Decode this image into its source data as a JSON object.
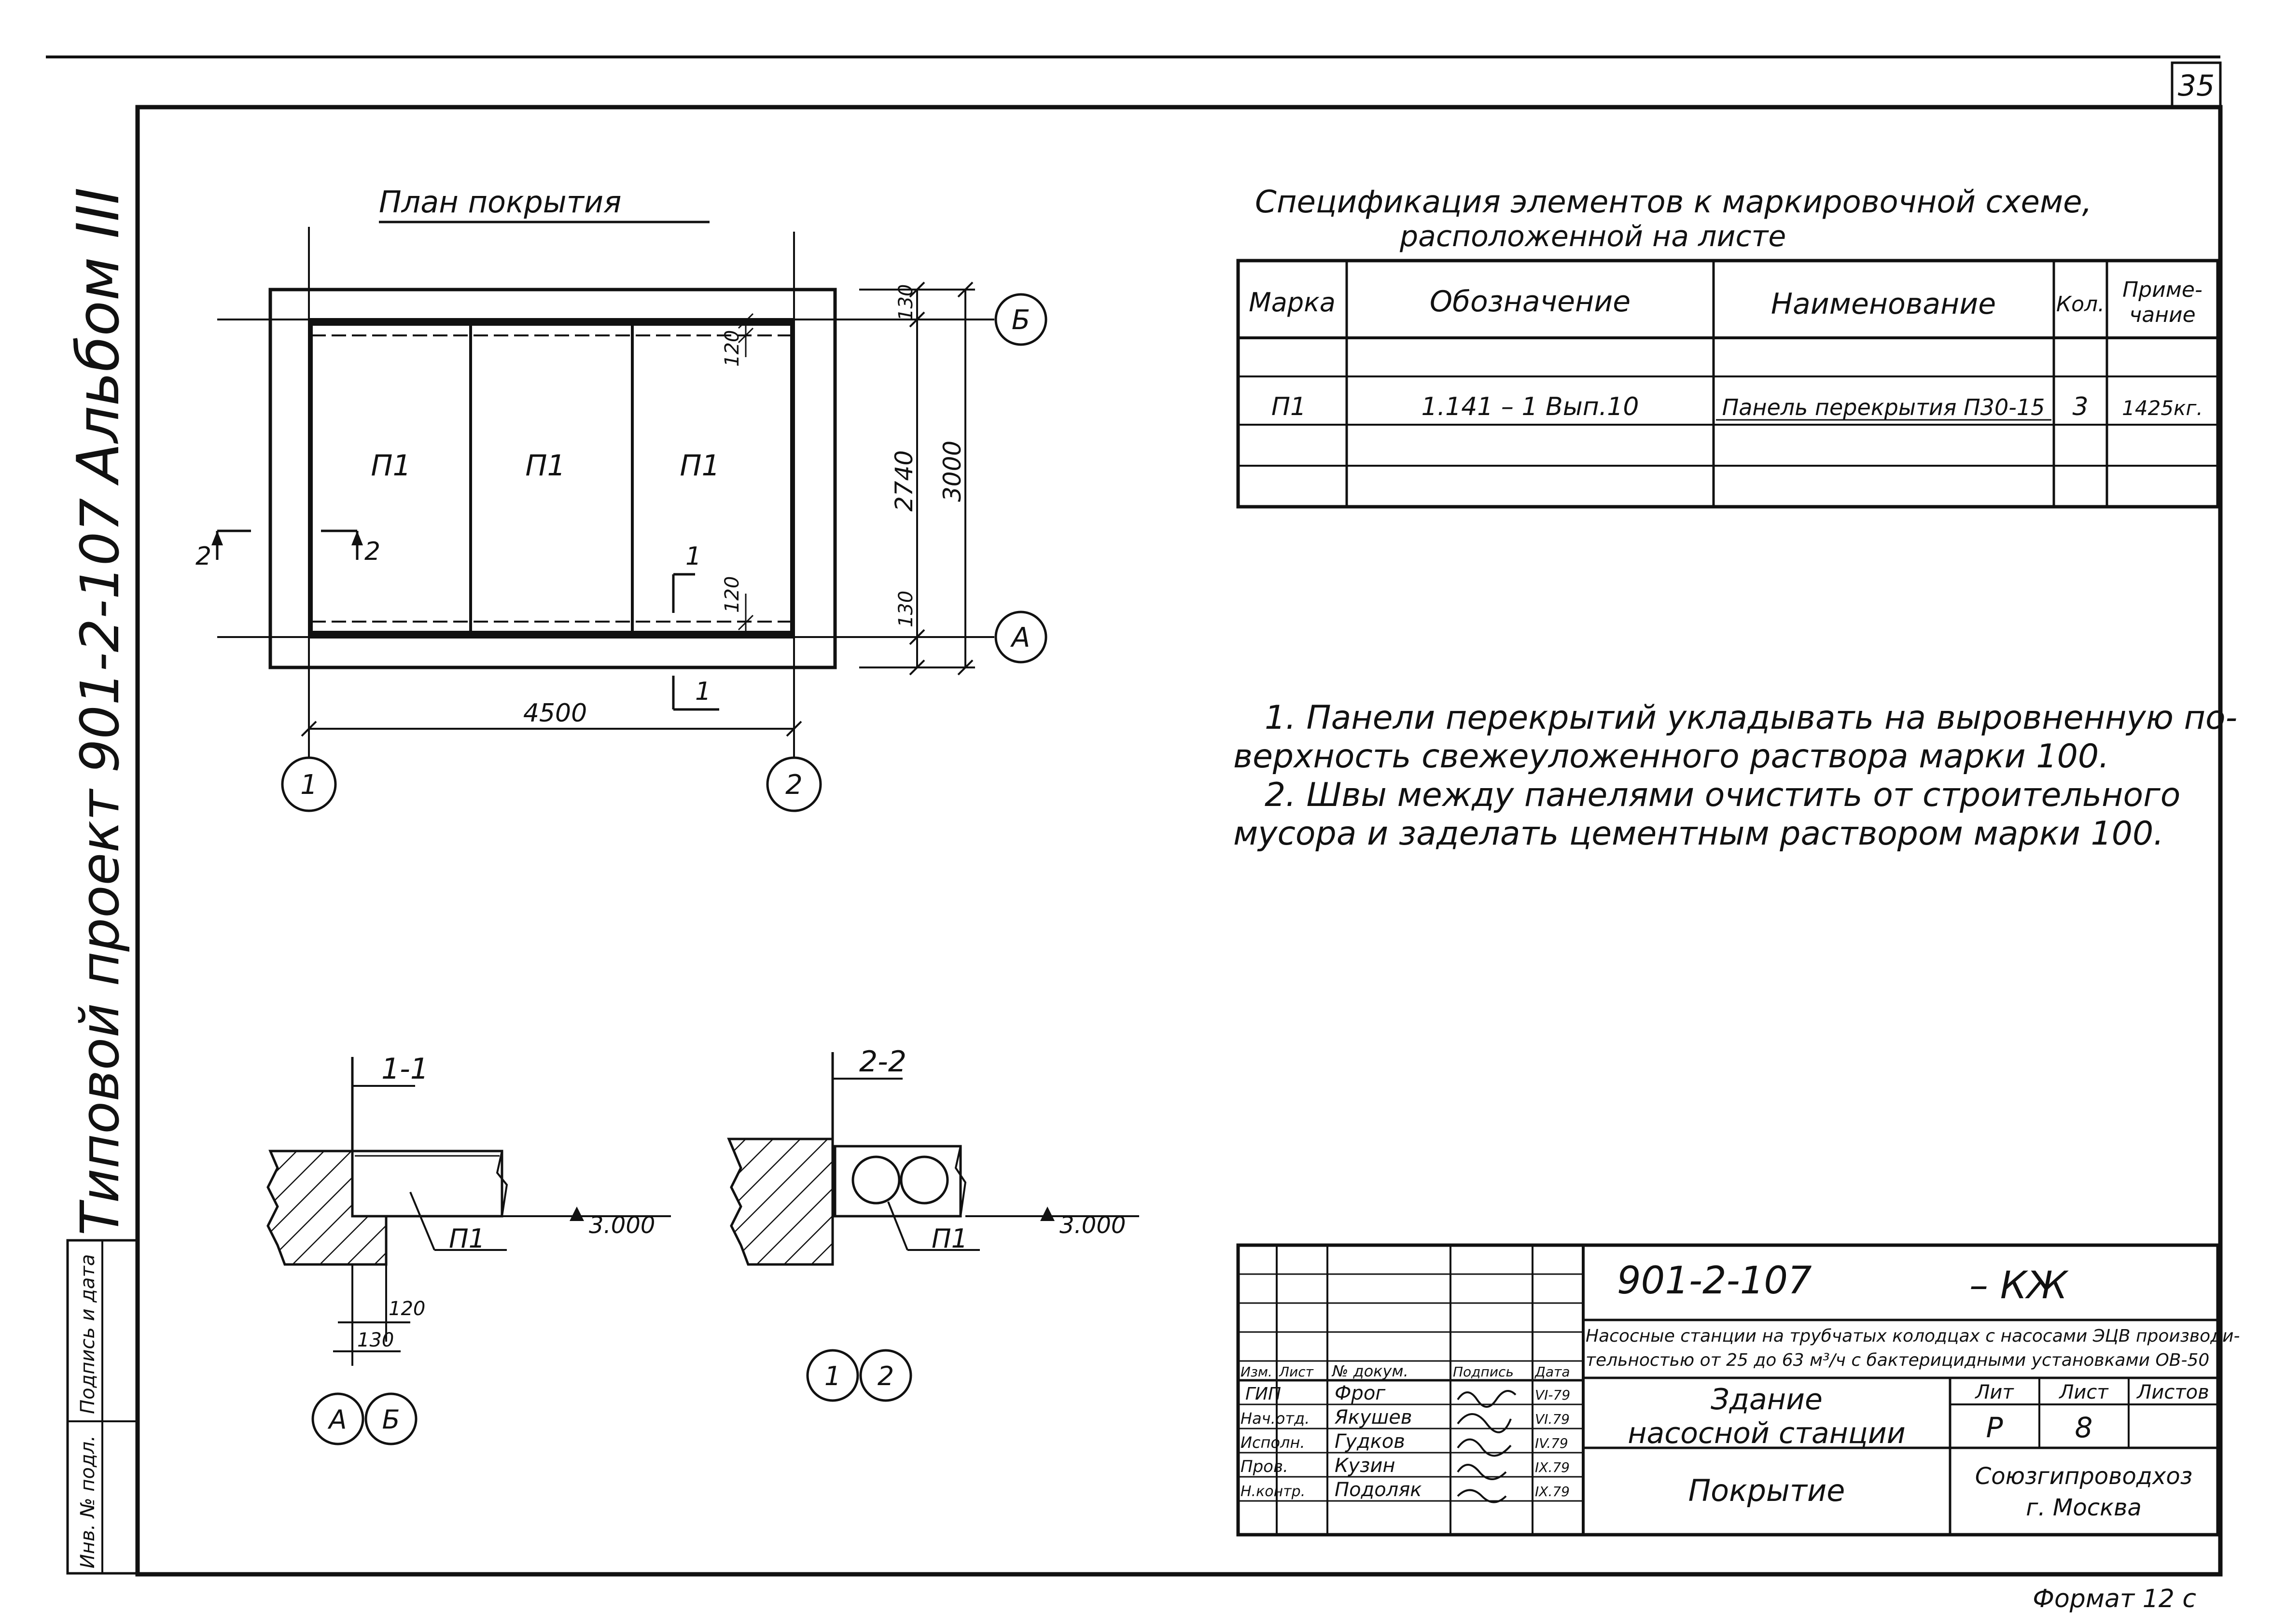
{
  "sheet": {
    "page_number": "35",
    "format": "Формат 12 с"
  },
  "side_strip": {
    "album": "Альбом III",
    "project": "Типовой проект 901-2-107",
    "signature_date": "Подпись и дата",
    "inv_number": "Инв. № подл."
  },
  "plan": {
    "title": "План покрытия",
    "panels": [
      "П1",
      "П1",
      "П1"
    ],
    "axes": {
      "top": "Б",
      "bottom": "А",
      "left": "1",
      "right": "2"
    },
    "dims": {
      "width": "4500",
      "total": "3000",
      "inner": "2740",
      "edge_top": "130",
      "edge_bottom": "130",
      "support_top": "120",
      "support_bottom": "120"
    },
    "section_marks": {
      "s1": "1",
      "s2": "2"
    }
  },
  "spec": {
    "title_line1": "Спецификация элементов к маркировочной схеме,",
    "title_line2": "расположенной      на листе",
    "headers": [
      "Марка",
      "Обозначение",
      "Наименование",
      "Кол.",
      "Приме-\nчание"
    ],
    "rows": [
      {
        "mark": "",
        "designation": "",
        "name": "",
        "qty": "",
        "note": ""
      },
      {
        "mark": "П1",
        "designation": "1.141 – 1   Вып.10",
        "name": "Панель перекрытия П30-15",
        "qty": "3",
        "note": "1425кг."
      },
      {
        "mark": "",
        "designation": "",
        "name": "",
        "qty": "",
        "note": ""
      }
    ]
  },
  "notes": {
    "line1": "1. Панели перекрытий укладывать на выровненную по-",
    "line2": "верхность свежеуложенного раствора марки 100.",
    "line3": "2. Швы между панелями очистить от строительного",
    "line4": "мусора и заделать цементным раствором марки 100."
  },
  "section_1_1": {
    "title": "1-1",
    "panel": "П1",
    "level": "3.000",
    "dim1": "120",
    "dim2": "130",
    "axes": [
      "А",
      "Б"
    ]
  },
  "section_2_2": {
    "title": "2-2",
    "panel": "П1",
    "level": "3.000",
    "axes": [
      "1",
      "2"
    ]
  },
  "title_block": {
    "code": "901-2-107",
    "suffix": "– КЖ",
    "description_1": "Насосные станции на трубчатых колодцах с насосами ЭЦВ производи-",
    "description_2": "тельностью от 25 до 63 м³/ч с бактерицидными установками ОВ-50",
    "building_1": "Здание",
    "building_2": "насосной станции",
    "sheet_name": "Покрытие",
    "col_headers": [
      "Изм.",
      "Лист",
      "№ докум.",
      "Подпись",
      "Дата"
    ],
    "staff": [
      {
        "role": "ГИП",
        "name": "Фрог",
        "date": "VI-79"
      },
      {
        "role": "Нач.отд.",
        "name": "Якушев",
        "date": "VI.79"
      },
      {
        "role": "Исполн.",
        "name": "Гудков",
        "date": "IV.79"
      },
      {
        "role": "Пров.",
        "name": "Кузин",
        "date": "IX.79"
      },
      {
        "role": "Н.контр.",
        "name": "Подоляк",
        "date": "IX.79"
      }
    ],
    "lit_label": "Лит",
    "sheet_label": "Лист",
    "sheets_label": "Листов",
    "lit": "Р",
    "sheet_no": "8",
    "sheets": "",
    "org_1": "Союзгипроводхоз",
    "org_2": "г. Москва"
  }
}
